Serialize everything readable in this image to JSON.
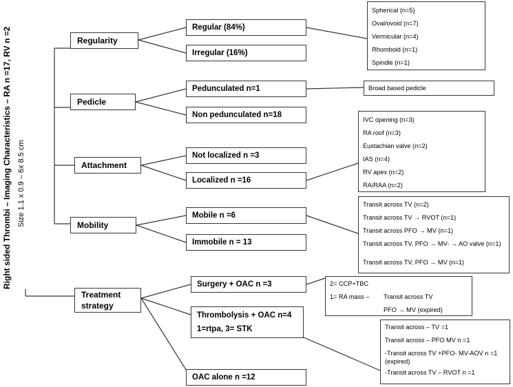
{
  "title": "Right sided Thrombi – Imaging Characteristics – RA n =17, RV n =2",
  "size_note": "Size 1.1 x 0.9 – 6x 8.5 cm",
  "categories": {
    "regularity": "Regularity",
    "pedicle": "Pedicle",
    "attachment": "Attachment",
    "mobility": "Mobility",
    "treatment_line1": "Treatment",
    "treatment_line2": "strategy"
  },
  "subs": {
    "regular": "Regular (84%)",
    "irregular": "Irregular (16%)",
    "pedunculated": "Pedunculated n=1",
    "non_pedunculated": "Non pedunculated n=18",
    "not_localized": "Not localized n =3",
    "localized": "Localized n =16",
    "mobile": "Mobile n =6",
    "immobile": "Immobile n = 13",
    "surgery": "Surgery + OAC n =3",
    "thrombolysis_line1": "Thrombolysis + OAC n=4",
    "thrombolysis_line2": "1=rtpa, 3= STK",
    "oac_alone": "OAC alone n =12"
  },
  "details": {
    "shapes": [
      "Spherical (n=5)",
      "Oval/ovoid (n=7)",
      "Vermicular (n=4)",
      "Rhomboid (n=1)",
      "Spindle (n=1)"
    ],
    "pedicle": "Broad based pedicle",
    "sites": [
      "IVC opening (n=3)",
      "RA roof (n=3)",
      "Eustachian valve (n=2)",
      "IAS (n=4)",
      "RV apex (n=2)",
      "RA/RAA (n=2)"
    ],
    "mobility": [
      "Transit across TV (n=2)",
      "Transit across TV → RVOT (n=1)",
      "Transit across PFO → MV (n=1)",
      "Transit across TV, PFO → MV- → AO valve (n=1)",
      "Transit across TV, PFO → MV (n=1)"
    ],
    "surgery": {
      "line1": "2= CCP+TBC",
      "line2_left": "1= RA mass –",
      "line2_right": "Transit across TV",
      "line3": "PFO → MV (expired)"
    },
    "transit": [
      "Transit across – TV =1",
      "Transit across – PFO  MV n =1",
      "-Transit across TV +PFO- MV-AOV n =1 (expired)",
      "-Transit across TV – RVOT n =1"
    ]
  }
}
